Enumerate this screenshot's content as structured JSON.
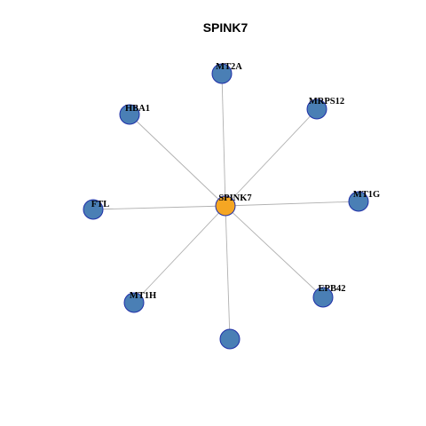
{
  "title": "SPINK7",
  "colors": {
    "center_fill": "#f5a623",
    "neighbor_fill": "#4a7fb5",
    "node_stroke": "#1f2fa8",
    "edge": "#b0b0b0"
  },
  "graph": {
    "center": {
      "id": "SPINK7",
      "label": "SPINK7"
    },
    "neighbors": [
      {
        "id": "MT2A",
        "label": "MT2A"
      },
      {
        "id": "MRPS12",
        "label": "MRPS12"
      },
      {
        "id": "HBA1",
        "label": "HBA1"
      },
      {
        "id": "MT1G",
        "label": "MT1G"
      },
      {
        "id": "FTL",
        "label": "FTL"
      },
      {
        "id": "EPB42",
        "label": "EPB42"
      },
      {
        "id": "MT1H",
        "label": "MT1H"
      },
      {
        "id": "unlabeled",
        "label": ""
      }
    ]
  }
}
